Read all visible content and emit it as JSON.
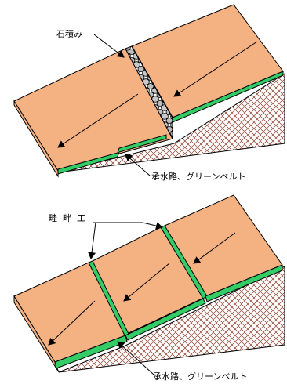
{
  "figure_top": {
    "label_stone": "石積み",
    "label_drain": "承水路、グリーンベルト"
  },
  "figure_bottom": {
    "label_levee": "畦畔工",
    "label_drain": "承水路、グリーンベルト"
  },
  "colors": {
    "slope_face": "#f4b283",
    "green_belt": "#33cc66",
    "hatch": "#8b3a2a",
    "outline": "#000000",
    "stone": "#bdbdbd"
  }
}
